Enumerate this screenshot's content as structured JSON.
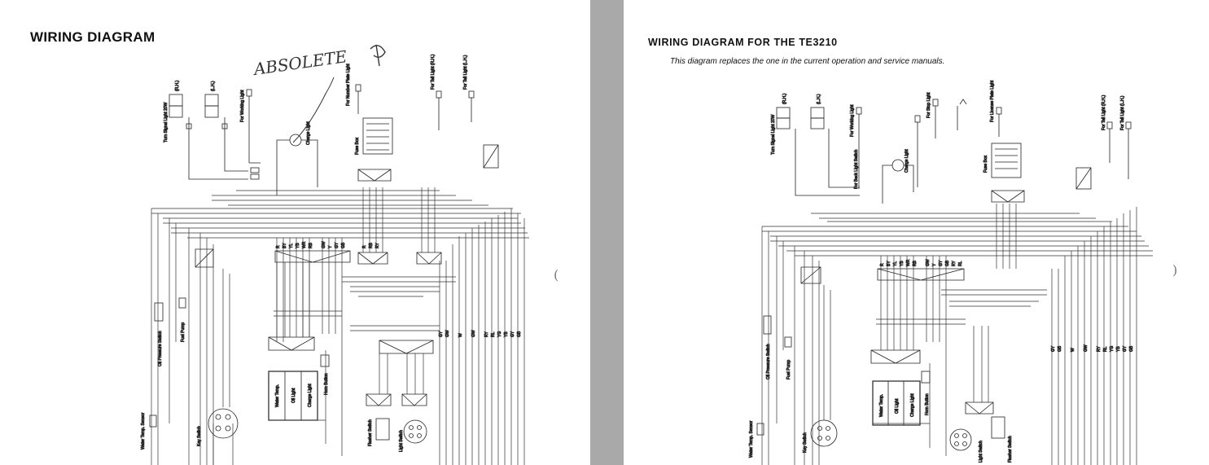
{
  "left_page": {
    "title": "WIRING DIAGRAM",
    "handwriting": "ABSOLETE",
    "labels": {
      "turn_signal_light": "Turn Signal Light 20W",
      "rh": "(R.H.)",
      "lh": "(L.H.)",
      "working_light": "For Working Light",
      "number_plate_light": "For Number Plate Light",
      "tail_light_rh": "For Tail Light (R.H.)",
      "tail_light_lh": "For Tail Light (L.H.)",
      "fuse_box": "Fuse Box",
      "charge_light": "Charge Light",
      "oil_pressure_switch": "Oil Pressure Switch",
      "fuel_pump": "Fuel Pump",
      "horn_button": "Horn Button",
      "water_temp_sensor": "Water Temp. Sensor",
      "key_switch": "Key Switch",
      "flasher_switch": "Flasher Switch",
      "light_switch": "Light Switch",
      "water_temp": "Water Temp.",
      "oil_light": "Oil Light",
      "charge_light_gauge": "Charge Light"
    },
    "wire_codes_top": [
      "R",
      "BY",
      "YL",
      "YB",
      "WR",
      "RB",
      "GW",
      "Y",
      "GY",
      "GB",
      "R",
      "RB",
      "RY"
    ],
    "wire_codes_bottom": [
      "GY",
      "GW",
      "W",
      "GW",
      "RY",
      "RL",
      "YG",
      "YB",
      "GY",
      "GB"
    ]
  },
  "right_page": {
    "title": "WIRING DIAGRAM FOR THE TE3210",
    "subtitle": "This diagram replaces the one in the current operation and service manuals.",
    "labels": {
      "turn_signal_light": "Turn Signal Light 20W",
      "rh": "(R.H.)",
      "lh": "(L.H.)",
      "working_light": "For Working Light",
      "back_light_switch": "For Back Light Switch",
      "stop_light": "For Stop Light",
      "license_plate_light": "For License Plate Light",
      "tail_light_rh": "For Tail Light (R.H.)",
      "tail_light_lh": "For Tail Light (L.H.)",
      "fuse_box": "Fuse Box",
      "charge_light": "Charge Light",
      "oil_pressure_switch": "Oil Pressure Switch",
      "fuel_pump": "Fuel Pump",
      "horn_button": "Horn Button",
      "water_temp_sensor": "Water Temp. Sensor",
      "key_switch": "Key Switch",
      "light_switch": "Light Switch",
      "flasher_switch": "Flasher Switch",
      "water_temp": "Water Temp.",
      "oil_light": "Oil Light",
      "charge_light_gauge": "Charge Light"
    },
    "wire_codes_top": [
      "R",
      "BY",
      "YL",
      "YB",
      "WR",
      "RB",
      "GW",
      "Y",
      "GY",
      "GB",
      "RY",
      "RL"
    ],
    "wire_codes_bottom": [
      "GY",
      "GB",
      "W",
      "GW",
      "RY",
      "RL",
      "YG",
      "YB",
      "GY",
      "GB"
    ]
  }
}
